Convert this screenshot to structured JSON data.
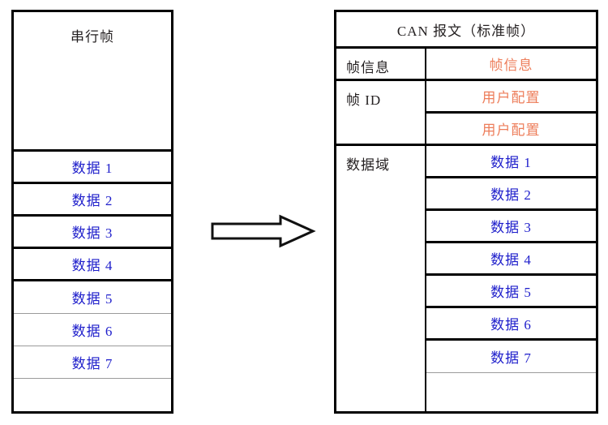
{
  "diagram": {
    "title_left": "串行帧",
    "title_right": "CAN 报文（标准帧）",
    "arrow": "right-block-arrow",
    "colors": {
      "data_blue": "#1e1ecb",
      "config_orange": "#ed7d5a",
      "label_black": "#231f20",
      "border_black": "#000000",
      "thin_rule_gray": "#9b9b9b"
    }
  },
  "left_table": {
    "header": "串行帧",
    "rows": [
      {
        "label": "数据 1",
        "empty": false
      },
      {
        "label": "数据 2",
        "empty": false
      },
      {
        "label": "数据 3",
        "empty": false
      },
      {
        "label": "数据 4",
        "empty": false
      },
      {
        "label": "数据 5",
        "empty": false
      },
      {
        "label": "数据 6",
        "empty": false
      },
      {
        "label": "数据 7",
        "empty": false
      },
      {
        "label": "",
        "empty": true
      }
    ]
  },
  "right_table": {
    "header": "CAN 报文（标准帧）",
    "sections": [
      {
        "label": "帧信息",
        "values": [
          "帧信息"
        ]
      },
      {
        "label": "帧 ID",
        "values": [
          "用户配置",
          "用户配置"
        ]
      },
      {
        "label": "数据域",
        "values": [
          "数据 1",
          "数据 2",
          "数据 3",
          "数据 4",
          "数据 5",
          "数据 6",
          "数据 7",
          ""
        ]
      }
    ],
    "label_frame_info": "帧信息",
    "label_frame_id": "帧 ID",
    "label_data_field": "数据域",
    "val_frame_info": "帧信息",
    "val_user_config_1": "用户配置",
    "val_user_config_2": "用户配置",
    "val_data_1": "数据 1",
    "val_data_2": "数据 2",
    "val_data_3": "数据 3",
    "val_data_4": "数据 4",
    "val_data_5": "数据 5",
    "val_data_6": "数据 6",
    "val_data_7": "数据 7",
    "val_empty": ""
  }
}
